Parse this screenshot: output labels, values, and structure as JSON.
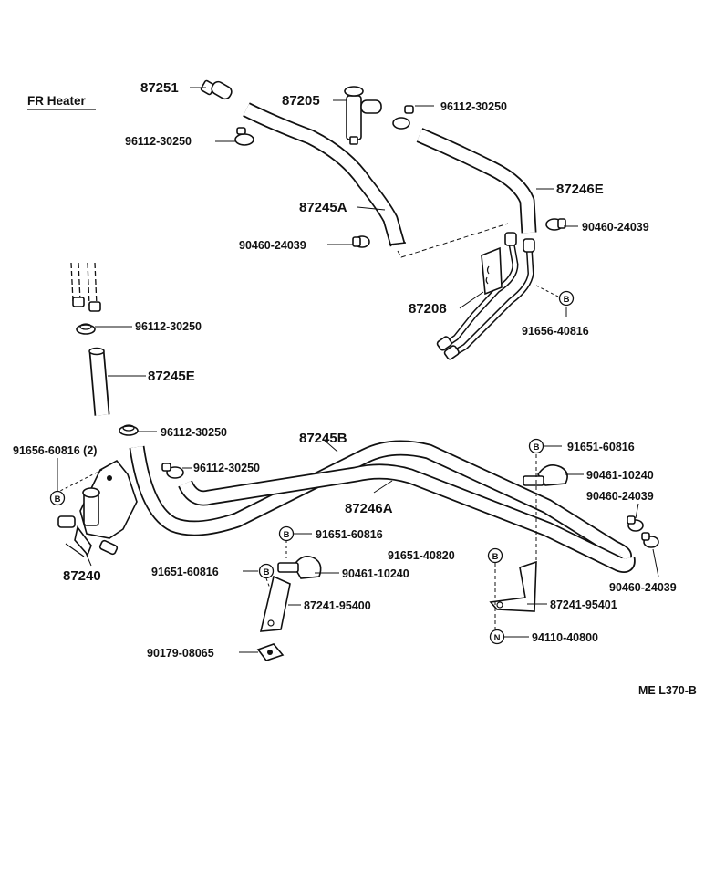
{
  "diagram": {
    "section_title": "FR Heater",
    "figure_code": "ME L370-B",
    "parts": {
      "p87251": "87251",
      "p87205": "87205",
      "c98112_top": "96112-30250",
      "c98112_left": "96112-30250",
      "p87245A": "87245A",
      "p87246E": "87246E",
      "c90460_a": "90460-24039",
      "c90460_b": "90460-24039",
      "p87208": "87208",
      "b91656_right": "91656-40816",
      "c96112_mid": "96112-30250",
      "p87245E": "87245E",
      "c96112_low": "96112-30250",
      "b91656_left": "91656-60816 (2)",
      "c96112_hose": "96112-30250",
      "p87245B": "87245B",
      "p87246A": "87246A",
      "p87240": "87240",
      "b91651_r": "91651-60816",
      "cl90461_r": "90461-10240",
      "c90460_c": "90460-24039",
      "c90460_d": "90460-24039",
      "b91651_c": "91651-60816",
      "cl90461_c": "90461-10240",
      "b91651_l": "91651-60816",
      "br87241_95400": "87241-95400",
      "n90179": "90179-08065",
      "b91651_40820": "91651-40820",
      "br87241_95401": "87241-95401",
      "n94110": "94110-40800"
    },
    "callout_letters": {
      "b": "B",
      "n": "N"
    }
  }
}
